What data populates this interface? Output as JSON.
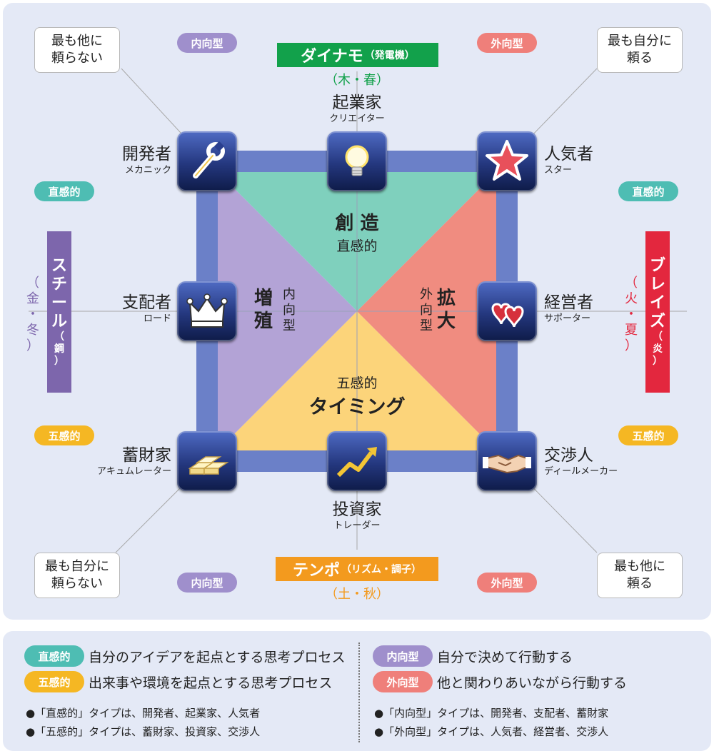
{
  "callouts": {
    "top_left": "最も他に\n頼らない",
    "top_right": "最も自分に\n頼る",
    "bottom_left": "最も自分に\n頼らない",
    "bottom_right": "最も他に\n頼る"
  },
  "pills": {
    "introvert": "内向型",
    "extrovert": "外向型",
    "intuitive": "直感的",
    "sensory": "五感的"
  },
  "elements": {
    "dynamo": {
      "name": "ダイナモ",
      "sub": "（発電機）",
      "season": "（木・春）",
      "color": "#12a14b"
    },
    "tempo": {
      "name": "テンポ",
      "sub": "（リズム・調子）",
      "season": "（土・秋）",
      "color": "#f39a1e"
    },
    "steel": {
      "name": [
        "ス",
        "チ",
        "ー",
        "ル"
      ],
      "sub": [
        "（",
        "鋼",
        "）"
      ],
      "season": [
        "（",
        "金",
        "・",
        "冬",
        "）"
      ],
      "color": "#7d66ac"
    },
    "blaze": {
      "name": [
        "ブ",
        "レ",
        "イ",
        "ズ"
      ],
      "sub": [
        "（",
        "炎",
        "）"
      ],
      "season": [
        "（",
        "火",
        "・",
        "夏",
        "）"
      ],
      "color": "#e3273e"
    }
  },
  "types": {
    "creator": {
      "name": "起業家",
      "en": "クリエイター",
      "icon": "lightbulb-icon"
    },
    "star": {
      "name": "人気者",
      "en": "スター",
      "icon": "star-icon"
    },
    "supporter": {
      "name": "経営者",
      "en": "サポーター",
      "icon": "hearts-icon"
    },
    "dealmaker": {
      "name": "交渉人",
      "en": "ディールメーカー",
      "icon": "handshake-icon"
    },
    "trader": {
      "name": "投資家",
      "en": "トレーダー",
      "icon": "trend-arrow-icon"
    },
    "accumulator": {
      "name": "蓄財家",
      "en": "アキュムレーター",
      "icon": "gold-bars-icon"
    },
    "lord": {
      "name": "支配者",
      "en": "ロード",
      "icon": "crown-icon"
    },
    "mechanic": {
      "name": "開発者",
      "en": "メカニック",
      "icon": "wrench-icon"
    }
  },
  "quadrants": {
    "creation": {
      "title": "創 造",
      "sub": "直感的"
    },
    "timing": {
      "title": "タイミング",
      "sub": "五感的"
    },
    "multiply": {
      "title": [
        "増",
        "殖"
      ],
      "sub": [
        "内",
        "向",
        "型"
      ]
    },
    "expand": {
      "title": [
        "拡",
        "大"
      ],
      "sub": [
        "外",
        "向",
        "型"
      ]
    }
  },
  "colors": {
    "frame": "#6b80c8",
    "creation_fill": "#7fd0bd",
    "timing_fill": "#fcd47a",
    "multiply_fill": "#b3a3d6",
    "expand_fill": "#f08c80"
  },
  "legend": {
    "intuitive_desc": "自分のアイデアを起点とする思考プロセス",
    "sensory_desc": "出来事や環境を起点とする思考プロセス",
    "introvert_desc": "自分で決めて行動する",
    "extrovert_desc": "他と関わりあいながら行動する",
    "note1": "●「直感的」タイプは、開発者、起業家、人気者",
    "note2": "●「五感的」タイプは、蓄財家、投資家、交渉人",
    "note3": "●「内向型」タイプは、開発者、支配者、蓄財家",
    "note4": "●「外向型」タイプは、人気者、経営者、交渉人"
  }
}
